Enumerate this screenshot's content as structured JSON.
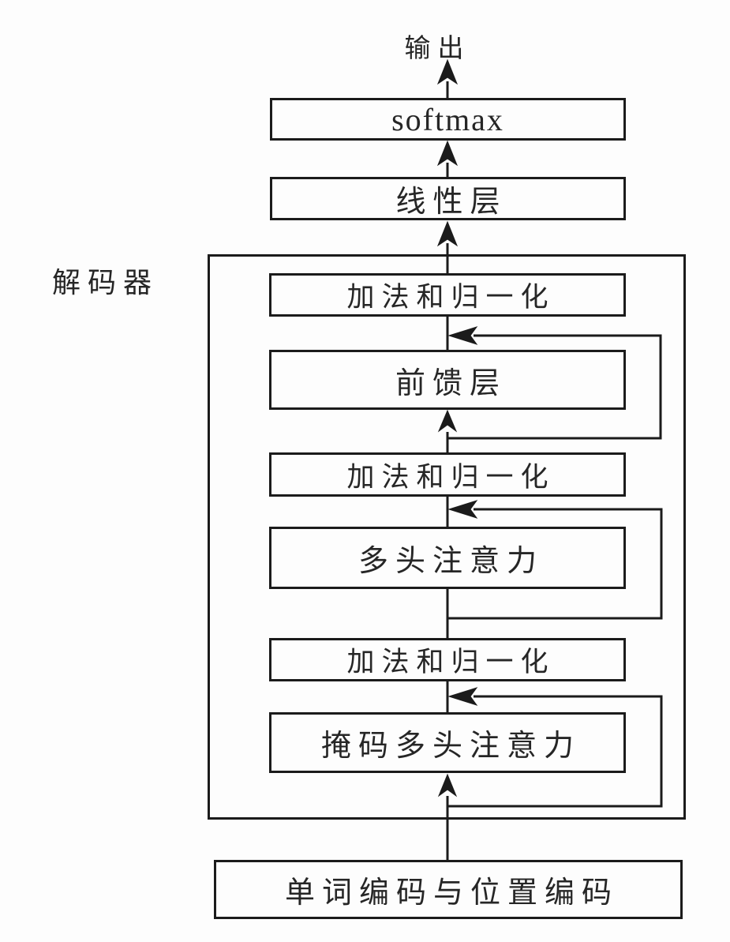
{
  "diagram": {
    "output_label": "输出",
    "decoder_label": "解码器",
    "boxes": {
      "softmax": "softmax",
      "linear": "线性层",
      "addnorm_top": "加法和归一化",
      "feedforward": "前馈层",
      "addnorm_middle": "加法和归一化",
      "multihead_attention": "多头注意力",
      "addnorm_bottom": "加法和归一化",
      "masked_attention": "掩码多头注意力",
      "embedding": "单词编码与位置编码"
    },
    "colors": {
      "line": "#1b1b1b",
      "text": "#262626",
      "background": "#fdfdfd"
    }
  }
}
